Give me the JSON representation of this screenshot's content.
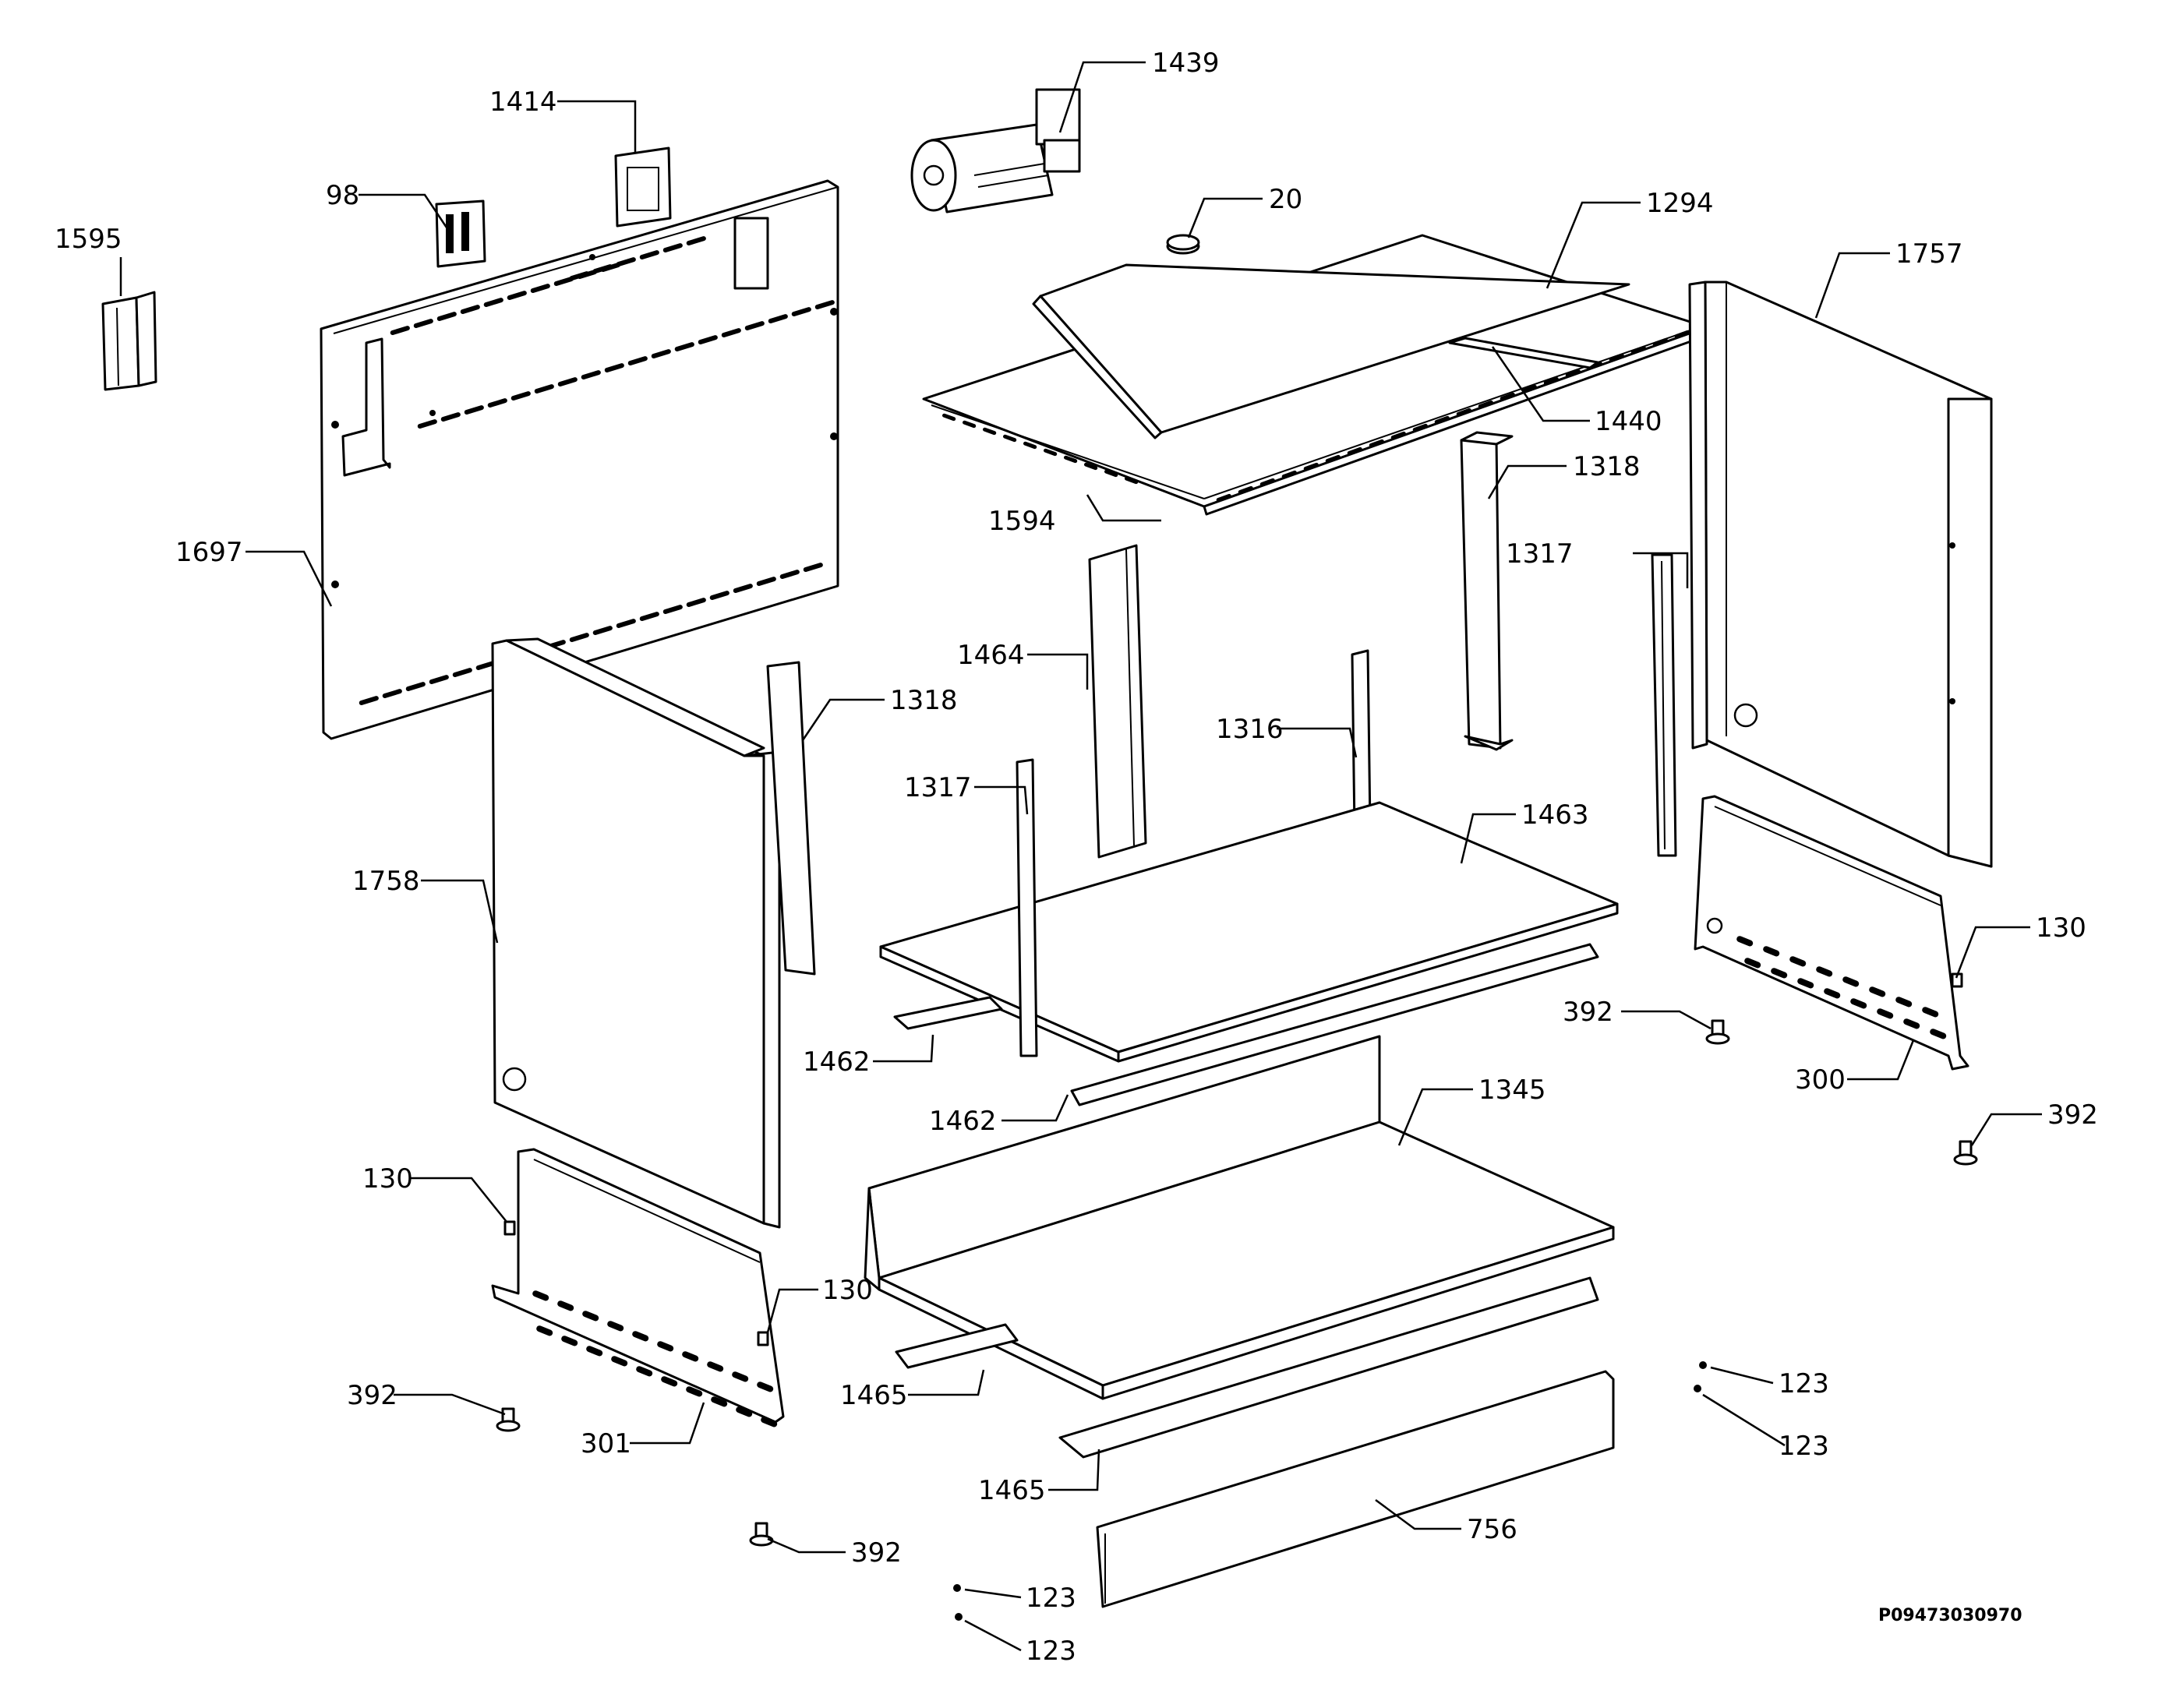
{
  "colors": {
    "line": "#000000",
    "background": "#ffffff"
  },
  "labels": {
    "l1595": "1595",
    "l98": "98",
    "l1414": "1414",
    "l1439": "1439",
    "l20": "20",
    "l1294": "1294",
    "l1757": "1757",
    "l1440": "1440",
    "l1594": "1594",
    "l1318a": "1318",
    "l1697": "1697",
    "l1317a": "1317",
    "l1464": "1464",
    "l1318b": "1318",
    "l1316": "1316",
    "l1317b": "1317",
    "l1463": "1463",
    "l1758": "1758",
    "l130a": "130",
    "l392a": "392",
    "l1462a": "1462",
    "l300": "300",
    "l1462b": "1462",
    "l1345": "1345",
    "l392b": "392",
    "l130b": "130",
    "l130c": "130",
    "l392c": "392",
    "l301": "301",
    "l1465a": "1465",
    "l123a": "123",
    "l123b": "123",
    "l1465b": "1465",
    "l756": "756",
    "l392d": "392",
    "l123c": "123",
    "l123d": "123"
  },
  "drawing_code": "P09473030970"
}
